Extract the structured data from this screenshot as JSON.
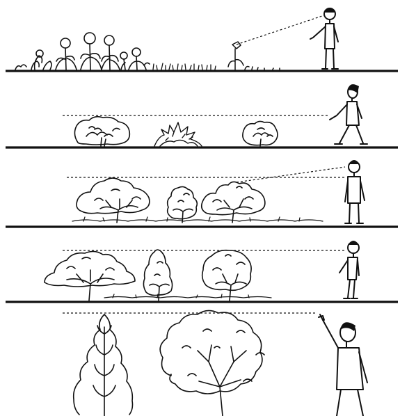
{
  "figure": {
    "ink_color": "#111111",
    "background_color": "#ffffff",
    "panels": [
      {
        "id": "ground-cover",
        "plants": [
          "flower",
          "flower",
          "flower",
          "flower",
          "flower",
          "flower",
          "grass",
          "flower"
        ],
        "observer": "standing-pointing",
        "sight_line": "diagonal-to-ground"
      },
      {
        "id": "low-shrubs",
        "plants": [
          "round-shrub",
          "spiky-shrub",
          "round-shrub"
        ],
        "observer": "walking",
        "sight_line": "horizontal-above-plants"
      },
      {
        "id": "medium-shrubs",
        "plants": [
          "spreading-shrub",
          "small-shrub",
          "spreading-shrub"
        ],
        "observer": "standing",
        "sight_line": "eye-level-to-tops"
      },
      {
        "id": "tall-shrubs",
        "plants": [
          "umbrella-shrub",
          "conical-shrub",
          "rounded-shrub"
        ],
        "observer": "standing",
        "sight_line": "horizontal-at-eye-level"
      },
      {
        "id": "trees",
        "plants": [
          "columnar-tree",
          "broad-tree"
        ],
        "observer": "standing-pointing-up",
        "sight_line": "horizontal-below-canopy"
      }
    ]
  }
}
